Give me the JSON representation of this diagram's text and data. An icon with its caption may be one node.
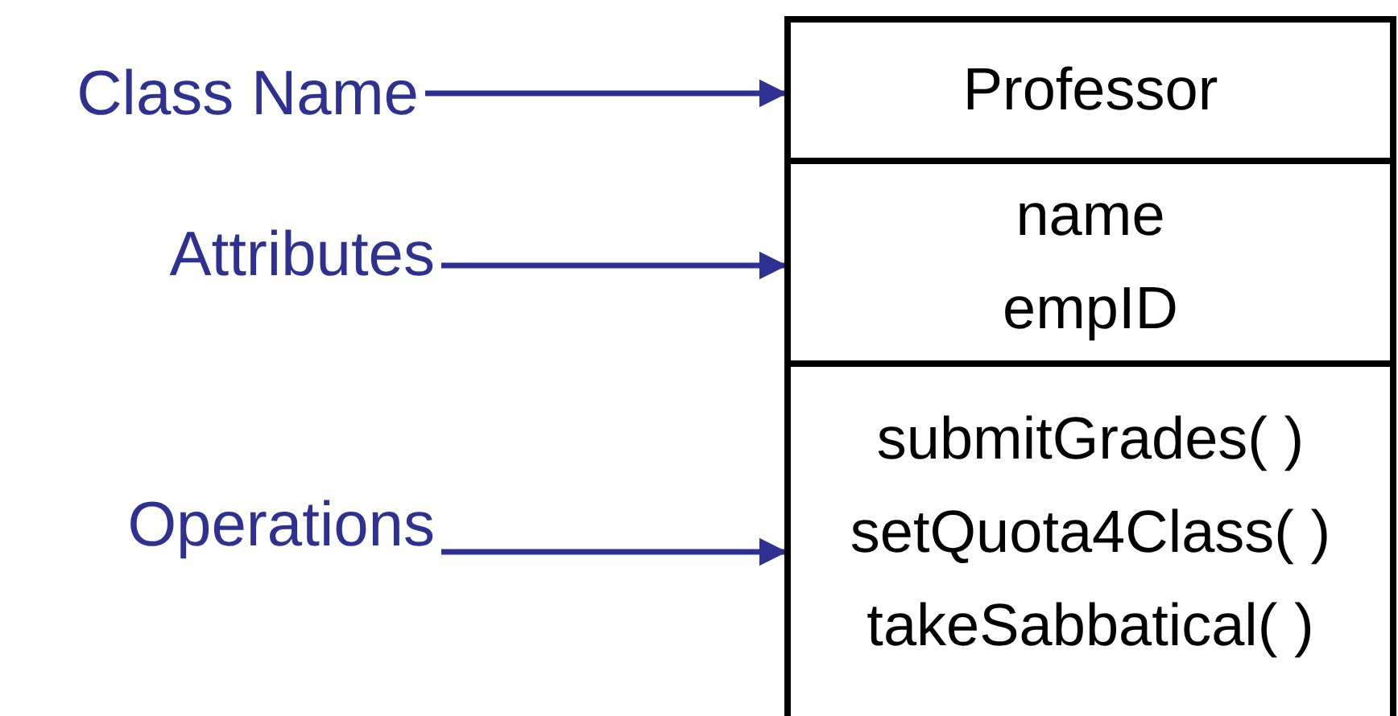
{
  "diagram": {
    "nodes": [
      {
        "text": [
          "Class Name"
        ]
      },
      {
        "text": [
          "Attributes"
        ]
      },
      {
        "text": [
          "Operations"
        ]
      },
      {
        "text": [],
        "shape": "box"
      },
      {
        "text": [
          "Professor"
        ],
        "in": 3
      },
      {
        "text": [
          "name",
          "empID"
        ],
        "in": 3
      },
      {
        "text": [
          "submitGrades( )",
          "setQuota4Class( )",
          "takeSabbatical( )"
        ],
        "in": 3
      }
    ],
    "edges": [
      {
        "from": 0,
        "to": 4,
        "arrow": "to"
      },
      {
        "from": 1,
        "to": 5,
        "arrow": "to"
      },
      {
        "from": 2,
        "to": 6,
        "arrow": "to"
      }
    ]
  }
}
